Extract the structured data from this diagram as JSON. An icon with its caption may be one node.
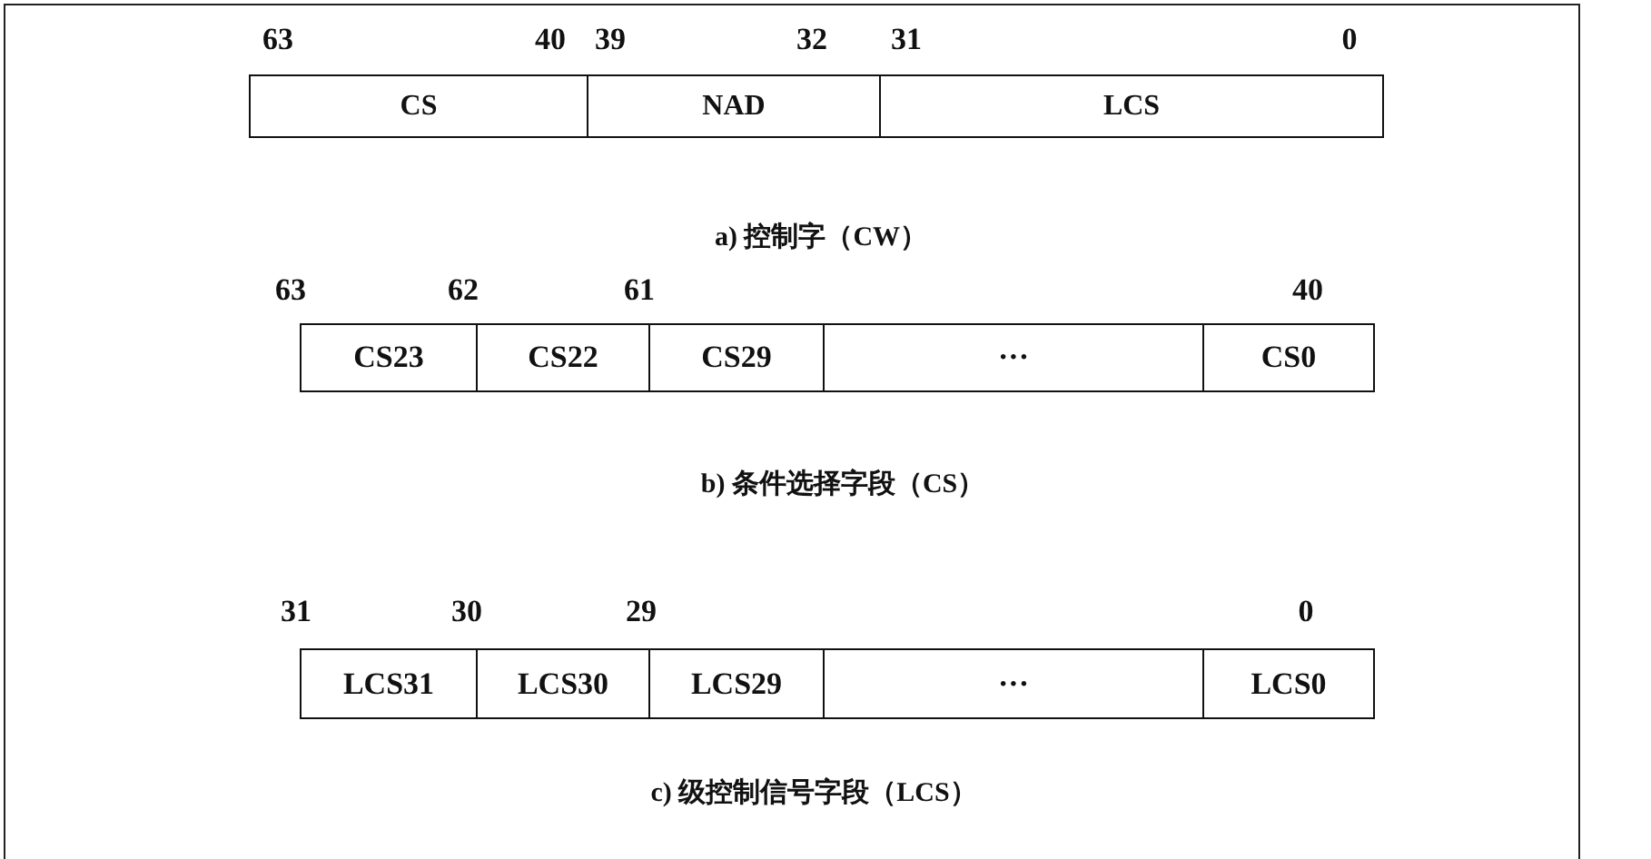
{
  "diagram": {
    "nodes": [
      {
        "text": [
          "CS"
        ]
      },
      {
        "text": [
          "NAD"
        ]
      },
      {
        "text": [
          "LCS"
        ]
      },
      {
        "text": [
          "CS23"
        ]
      },
      {
        "text": [
          "CS22"
        ]
      },
      {
        "text": [
          "CS29"
        ]
      },
      {
        "text": [
          "···"
        ]
      },
      {
        "text": [
          "CS0"
        ]
      },
      {
        "text": [
          "LCS31"
        ]
      },
      {
        "text": [
          "LCS30"
        ]
      },
      {
        "text": [
          "LCS29"
        ]
      },
      {
        "text": [
          "···"
        ]
      },
      {
        "text": [
          "LCS0"
        ]
      }
    ],
    "labels": [
      "63",
      "40",
      "39",
      "32",
      "31",
      "0",
      "a) 控制字（CW）",
      "63",
      "62",
      "61",
      "40",
      "b) 条件选择字段（CS）",
      "31",
      "30",
      "29",
      "0",
      "c) 级控制信号字段（LCS）"
    ]
  }
}
